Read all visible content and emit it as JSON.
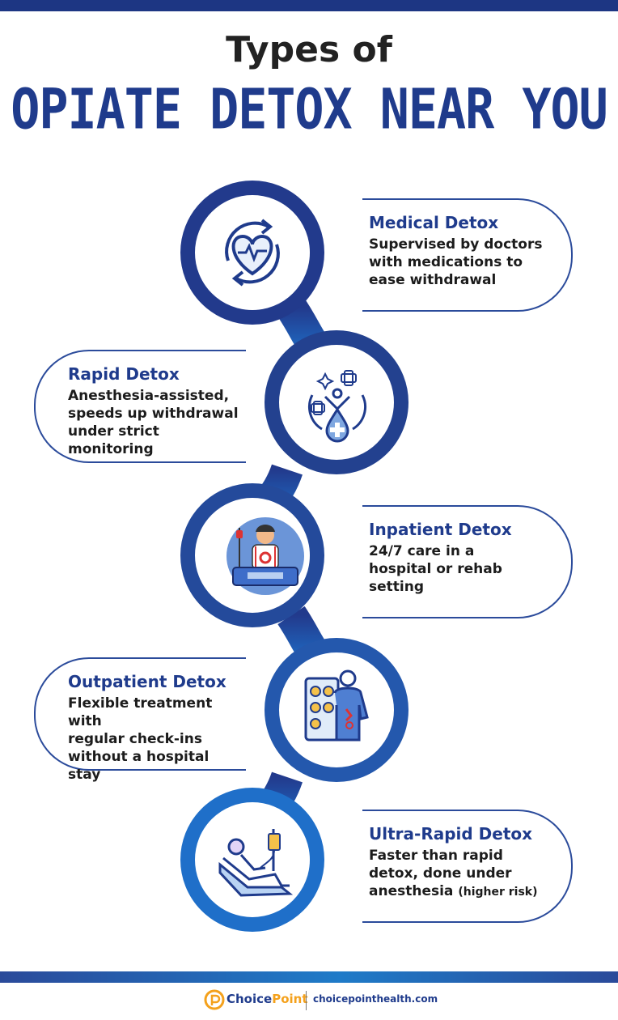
{
  "header": {
    "title_line1": "Types of",
    "title_line2": "OPIATE DETOX NEAR YOU"
  },
  "items": [
    {
      "title": "Medical Detox",
      "lines": [
        "Supervised by doctors",
        "with medications to",
        "ease withdrawal"
      ],
      "icon": "heart-cycle-icon"
    },
    {
      "title": "Rapid Detox",
      "lines": [
        "Anesthesia-assisted,",
        "speeds up withdrawal",
        "under strict monitoring"
      ],
      "icon": "person-health-drop-icon"
    },
    {
      "title": "Inpatient Detox",
      "lines": [
        "24/7 care in a",
        "hospital or rehab",
        "setting"
      ],
      "icon": "hospital-patient-icon"
    },
    {
      "title": "Outpatient Detox",
      "lines": [
        "Flexible treatment with",
        "regular check-ins",
        "without a hospital stay"
      ],
      "icon": "pills-person-icon"
    },
    {
      "title": "Ultra-Rapid Detox",
      "lines": [
        "Faster than rapid",
        "detox, done under"
      ],
      "last_line_main": "anesthesia",
      "last_line_small": "(higher risk)",
      "icon": "reclining-iv-icon"
    }
  ],
  "footer": {
    "brand_main": "Choice",
    "brand_accent": "Point",
    "url": "choicepointhealth.com"
  },
  "colors": {
    "navy": "#1f3b8c",
    "blue": "#2b5bbd",
    "accent_orange": "#f4a11c"
  }
}
